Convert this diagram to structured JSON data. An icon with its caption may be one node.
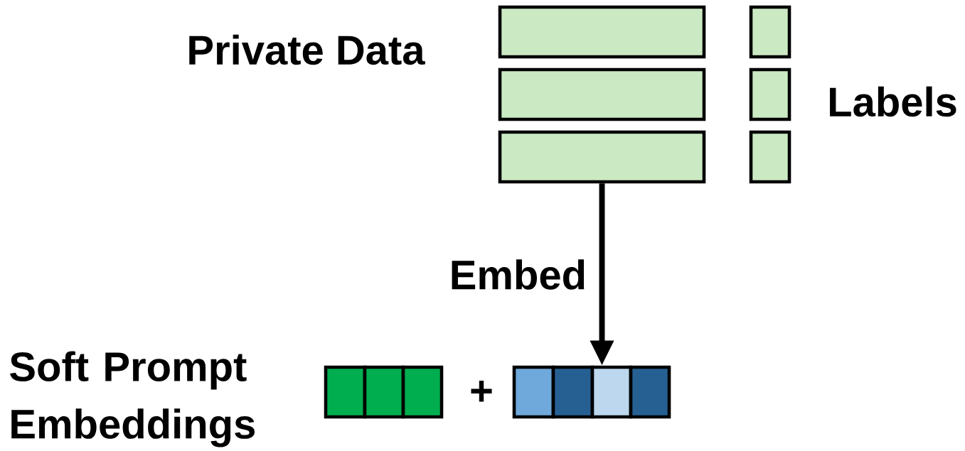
{
  "diagram": {
    "nodes": [
      {
        "text": [],
        "shape": "box"
      },
      {
        "text": [],
        "shape": "box"
      },
      {
        "text": [],
        "shape": "box"
      },
      {
        "text": [],
        "shape": "box"
      },
      {
        "text": [],
        "shape": "box"
      },
      {
        "text": [],
        "shape": "box"
      },
      {
        "text": [],
        "shape": "box"
      },
      {
        "text": [],
        "shape": "box"
      },
      {
        "text": [],
        "shape": "box"
      },
      {
        "text": [],
        "shape": "box"
      },
      {
        "text": [],
        "shape": "box"
      },
      {
        "text": [],
        "shape": "box"
      },
      {
        "text": [],
        "shape": "box"
      }
    ],
    "edges": [
      {
        "from": 2,
        "to": 11,
        "arrow": "to",
        "label": "Embed"
      }
    ],
    "labels": [
      "Private Data",
      "Labels",
      "Soft Prompt Embeddings",
      "+"
    ]
  }
}
